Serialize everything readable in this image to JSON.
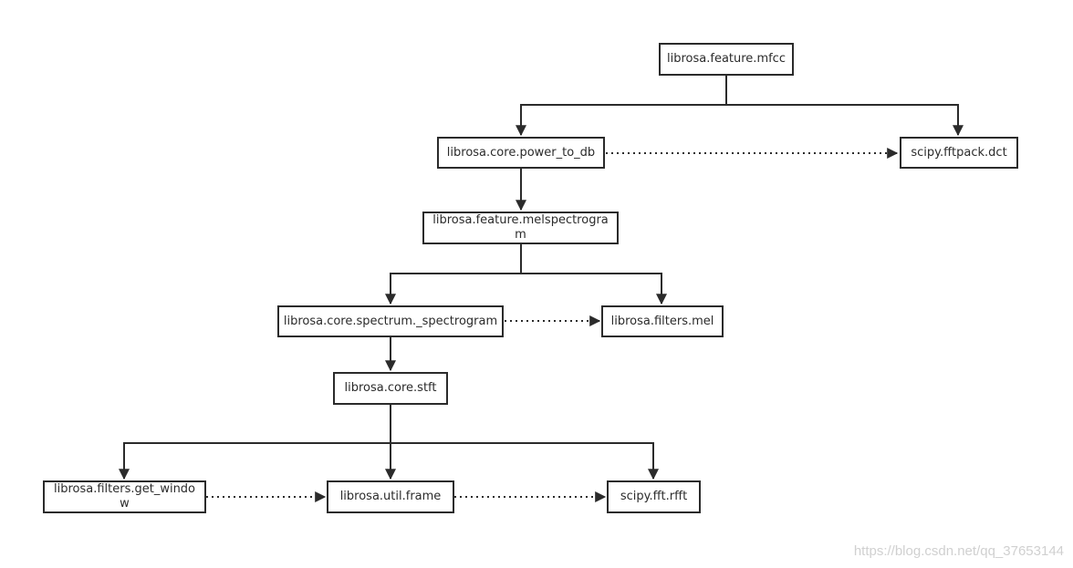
{
  "diagram": {
    "nodes": {
      "mfcc": "librosa.feature.mfcc",
      "power_to_db": "librosa.core.power_to_db",
      "dct": "scipy.fftpack.dct",
      "melspectrogram": "librosa.feature.melspectrogram",
      "spectrogram": "librosa.core.spectrum._spectrogram",
      "filters_mel": "librosa.filters.mel",
      "stft": "librosa.core.stft",
      "get_window": "librosa.filters.get_window",
      "frame": "librosa.util.frame",
      "rfft": "scipy.fft.rfft"
    },
    "edges": [
      {
        "from": "mfcc",
        "to": "power_to_db",
        "style": "solid"
      },
      {
        "from": "mfcc",
        "to": "dct",
        "style": "solid"
      },
      {
        "from": "power_to_db",
        "to": "dct",
        "style": "dotted"
      },
      {
        "from": "power_to_db",
        "to": "melspectrogram",
        "style": "solid"
      },
      {
        "from": "melspectrogram",
        "to": "spectrogram",
        "style": "solid"
      },
      {
        "from": "melspectrogram",
        "to": "filters_mel",
        "style": "solid"
      },
      {
        "from": "spectrogram",
        "to": "filters_mel",
        "style": "dotted"
      },
      {
        "from": "spectrogram",
        "to": "stft",
        "style": "solid"
      },
      {
        "from": "stft",
        "to": "get_window",
        "style": "solid"
      },
      {
        "from": "stft",
        "to": "frame",
        "style": "solid"
      },
      {
        "from": "stft",
        "to": "rfft",
        "style": "solid"
      },
      {
        "from": "get_window",
        "to": "frame",
        "style": "dotted"
      },
      {
        "from": "frame",
        "to": "rfft",
        "style": "dotted"
      }
    ],
    "colors": {
      "stroke": "#2b2b2b",
      "background": "#ffffff",
      "watermark": "#d0d0d0"
    }
  },
  "watermark": "https://blog.csdn.net/qq_37653144"
}
